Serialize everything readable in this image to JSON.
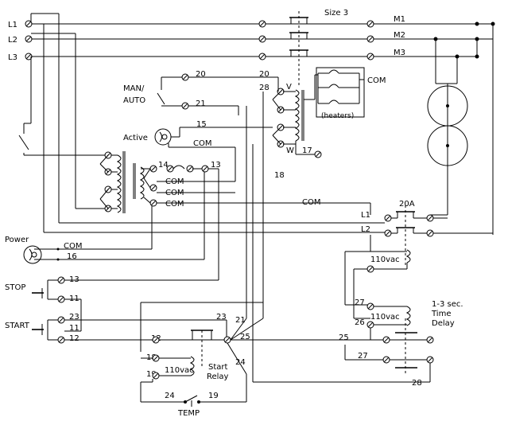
{
  "lines": {
    "l1": "L1",
    "l2": "L2",
    "l3": "L3"
  },
  "contactor": {
    "size": "Size 3",
    "m1": "M1",
    "m2": "M2",
    "m3": "M3"
  },
  "manauto": {
    "line1": "MAN/",
    "line2": "AUTO"
  },
  "active": "Active",
  "power": "Power",
  "stop": "STOP",
  "start": "START",
  "temp": "TEMP",
  "heaters": "(heaters)",
  "coil_v": "V",
  "coil_w": "W",
  "breaker": "20A",
  "vac110": "110vac",
  "start_relay": {
    "line1": "Start",
    "line2": "Relay"
  },
  "time_delay": {
    "line1": "1-3 sec.",
    "line2": "Time",
    "line3": "Delay"
  },
  "wires": {
    "n20": "20",
    "n21": "21",
    "n15": "15",
    "n14": "14",
    "n13": "13",
    "n28": "28",
    "n17": "17",
    "n18": "18",
    "n16": "16",
    "n11": "11",
    "n23": "23",
    "n12": "12",
    "n19": "19",
    "n24": "24",
    "n25": "25",
    "n26": "26",
    "n27": "27",
    "com": "COM"
  }
}
